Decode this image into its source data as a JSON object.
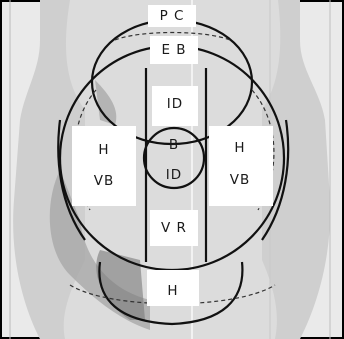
{
  "figure": {
    "labels": {
      "top": "P C",
      "upper": "E B",
      "center_top": "ID",
      "center_mid_1": "B",
      "center_mid_2": "ID",
      "lower_center": "V R",
      "bottom": "H",
      "left_1": "H",
      "left_2": "VB",
      "right_1": "H",
      "right_2": "VB"
    },
    "colors": {
      "background_body": "#d9d9d9",
      "outline": "#111111",
      "label_box": "#ffffff",
      "frame": "#000000"
    }
  }
}
